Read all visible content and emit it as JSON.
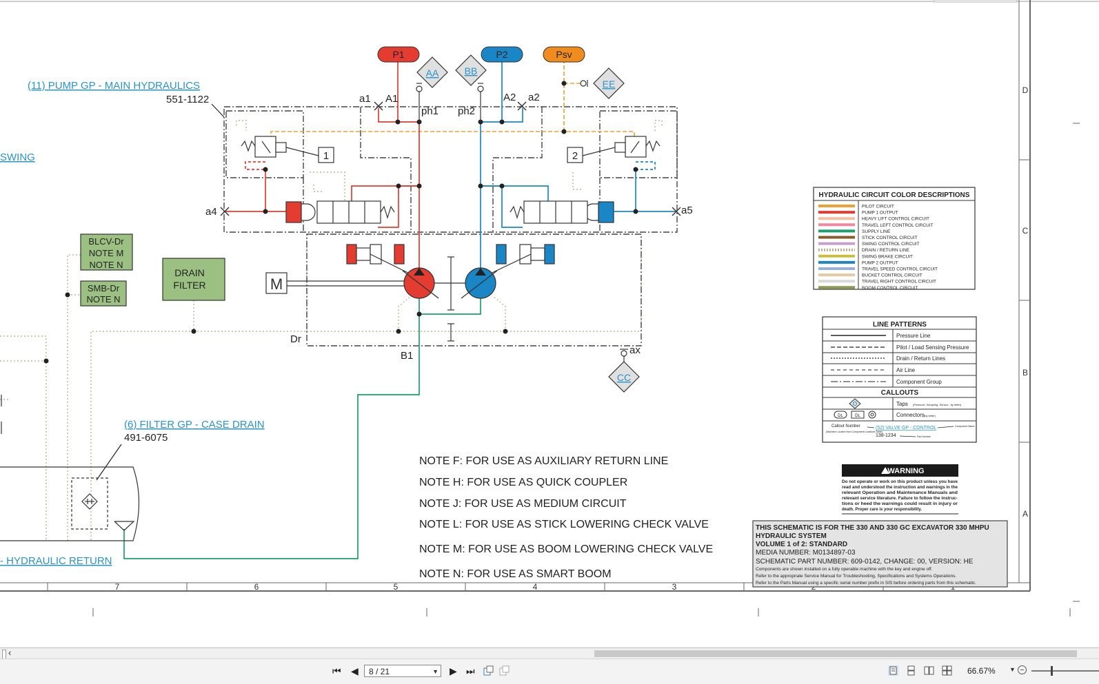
{
  "callouts": {
    "pump_link": "(11) PUMP GP - MAIN HYDRAULICS",
    "pump_part": "551-1122",
    "swing_link": "SWING",
    "filter_link": "(6) FILTER GP - CASE DRAIN",
    "filter_part": "491-6075",
    "return_link": "- HYDRAULIC RETURN"
  },
  "boxes": {
    "blcv": [
      "BLCV-Dr",
      "NOTE M",
      "NOTE N"
    ],
    "smb": [
      "SMB-Dr",
      "NOTE N"
    ],
    "drain": [
      "DRAIN",
      "FILTER"
    ]
  },
  "ports": {
    "p1": "P1",
    "p2": "P2",
    "psv": "Psv",
    "aa": "AA",
    "bb": "BB",
    "ee": "EE",
    "cc": "CC",
    "a1": "a1",
    "A1": "A1",
    "ph1": "ph1",
    "ph2": "ph2",
    "A2": "A2",
    "a2": "a2",
    "a4": "a4",
    "a5": "a5",
    "dr": "Dr",
    "b1": "B1",
    "ax": "ax",
    "n1": "1",
    "n2": "2",
    "m": "M"
  },
  "notes": [
    "NOTE F: FOR USE AS AUXILIARY RETURN LINE",
    "NOTE H: FOR USE AS QUICK COUPLER",
    "NOTE J: FOR USE AS MEDIUM CIRCUIT",
    "NOTE L: FOR USE AS STICK LOWERING CHECK VALVE",
    "NOTE M: FOR USE AS BOOM LOWERING CHECK VALVE",
    "NOTE N: FOR USE AS SMART BOOM"
  ],
  "legend": {
    "title": "HYDRAULIC CIRCUIT COLOR DESCRIPTIONS",
    "items": [
      {
        "label": "PILOT CIRCUIT",
        "color": "#f0a030",
        "style": "solid"
      },
      {
        "label": "PUMP 1 OUTPUT",
        "color": "#e43c30",
        "style": "solid"
      },
      {
        "label": "HEAVY LIFT CONTROL CIRCUIT",
        "color": "#f4c0a0",
        "style": "solid"
      },
      {
        "label": "TRAVEL LEFT CONTROL CIRCUIT",
        "color": "#f08a9a",
        "style": "solid"
      },
      {
        "label": "SUPPLY LINE",
        "color": "#1aa06a",
        "style": "solid"
      },
      {
        "label": "STICK CONTROL CIRCUIT",
        "color": "#8a5a2a",
        "style": "solid"
      },
      {
        "label": "SWING CONTROL CIRCUIT",
        "color": "#c8a0d0",
        "style": "solid"
      },
      {
        "label": "DRAIN / RETURN LINE",
        "color": "#b8b08a",
        "style": "dotted"
      },
      {
        "label": "SWING BRAKE CIRCUIT",
        "color": "#c8c040",
        "style": "solid"
      },
      {
        "label": "PUMP 2 OUTPUT",
        "color": "#1a86c6",
        "style": "solid"
      },
      {
        "label": "TRAVEL SPEED CONTROL CIRCUIT",
        "color": "#9ab0d8",
        "style": "solid"
      },
      {
        "label": "BUCKET CONTROL CIRCUIT",
        "color": "#e8c8a0",
        "style": "solid"
      },
      {
        "label": "TRAVEL RIGHT CONTROL CIRCUIT",
        "color": "#d8d8d8",
        "style": "solid"
      },
      {
        "label": "BOOM CONTROL CIRCUIT",
        "color": "#8a9a50",
        "style": "solid"
      }
    ]
  },
  "patterns": {
    "title": "LINE PATTERNS",
    "items": [
      "Pressure Line",
      "Pilot / Load Sensing Pressure",
      "Drain / Return Lines",
      "Air Line",
      "Component Group"
    ],
    "callouts_title": "CALLOUTS",
    "taps": "Taps",
    "taps_sub": "(Pressure, Sampling, Sensor - by letter)",
    "connectors": "Connectors",
    "connectors_sub": "(by letter)",
    "c_dl": "DL",
    "c_callout_number": "Callout Number",
    "c_callout_sub": "(Machine Location from Component Locations Table)",
    "c_link": "(52) VALVE GP - CONTROL",
    "c_part": "138-1234",
    "c_part_label": "Part Number",
    "c_comp_name": "Component Name"
  },
  "warning": {
    "title": "WARNING",
    "lines": [
      "Do not operate or work on this product unless you have",
      "read and understood the instruction and warnings in the",
      "relevant Operation and Maintenance Manuals and",
      "relevant service literature. Failure to follow the instruc-",
      "tions or heed the warnings could result in injury or",
      "death. Proper care is your responsibility."
    ]
  },
  "title_block": {
    "bold_lines": [
      "THIS SCHEMATIC IS FOR THE 330 AND 330 GC EXCAVATOR 330 MHPU",
      "HYDRAULIC SYSTEM",
      "VOLUME 1 of 2: STANDARD"
    ],
    "lines": [
      "MEDIA NUMBER: M0134897-03",
      "SCHEMATIC PART NUMBER: 609-0142, CHANGE: 00, VERSION: HE"
    ],
    "small_lines": [
      "Components are shown installed on a fully operable machine with the key and engine off.",
      "Refer to the appropriate Service Manual for Troubleshooting, Specifications and Systems Operations.",
      "Refer to the Parts Manual using a specific serial number prefix in SIS before ordering parts from this schematic."
    ]
  },
  "ruler": {
    "columns": [
      "7",
      "6",
      "5",
      "4",
      "3",
      "2",
      "1"
    ],
    "rows": [
      "D",
      "C",
      "B",
      "A"
    ]
  },
  "viewer": {
    "page": "8 / 21",
    "zoom": "66.67%"
  }
}
